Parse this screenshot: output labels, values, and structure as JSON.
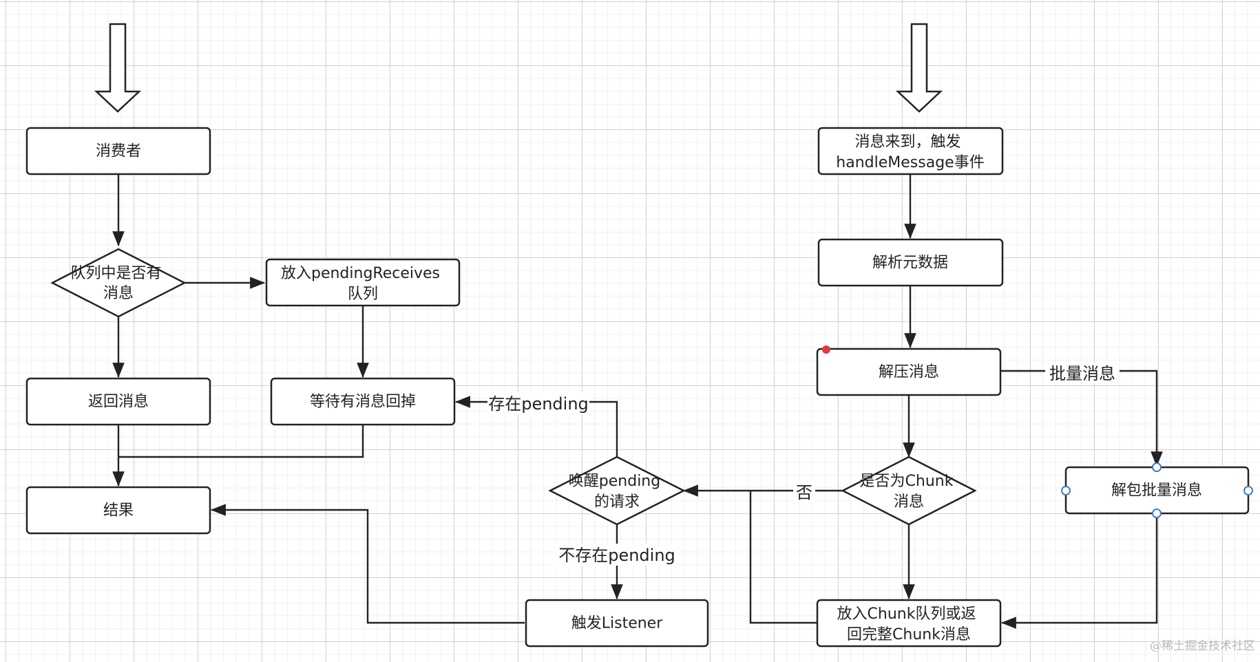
{
  "nodes": {
    "consumer": "消费者",
    "queue_check": [
      "队列中是否有",
      "消息"
    ],
    "put_pending": [
      "放入pendingReceives",
      "队列"
    ],
    "return_msg": "返回消息",
    "wait_callback": "等待有消息回掉",
    "result": "结果",
    "msg_arrive": [
      "消息来到，触发",
      "handleMessage事件"
    ],
    "parse_meta": "解析元数据",
    "decompress": "解压消息",
    "wake_pending": [
      "唤醒pending",
      "的请求"
    ],
    "is_chunk": [
      "是否为Chunk",
      "消息"
    ],
    "unpack_batch": "解包批量消息",
    "trigger_listener": "触发Listener",
    "put_chunk": [
      "放入Chunk队列或返",
      "回完整Chunk消息"
    ]
  },
  "edge_labels": {
    "exists_pending": "存在pending",
    "not_exists_pending": "不存在pending",
    "no": "否",
    "batch": "批量消息"
  },
  "watermark": "@稀土掘金技术社区",
  "colors": {
    "stroke": "#222222",
    "fill": "#ffffff",
    "selection_handle": "#3d7ec4",
    "marker_dot": "#e03c3c"
  }
}
